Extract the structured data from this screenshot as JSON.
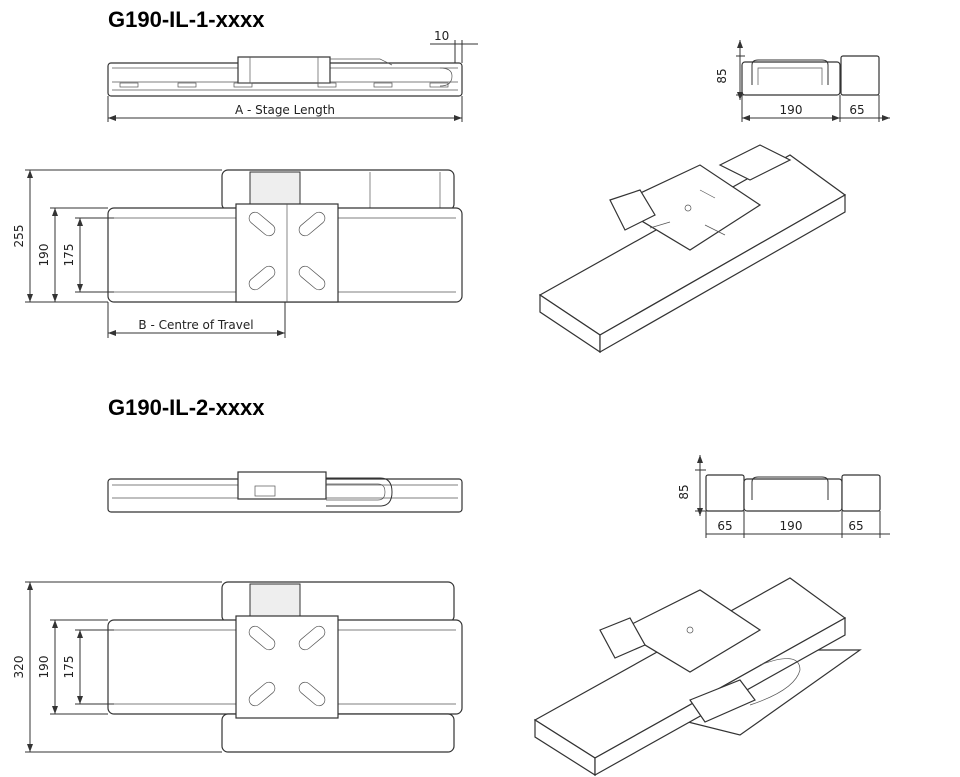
{
  "drawing_1": {
    "title": "G190-IL-1-xxxx",
    "side_view": {
      "offset_dim": "10",
      "length_label": "A - Stage Length"
    },
    "end_view": {
      "height_dim": "85",
      "width_dim": "190",
      "motor_dim": "65"
    },
    "top_view": {
      "overall_width_dim": "255",
      "body_width_dim": "190",
      "hole_spacing_dim": "175",
      "travel_label": "B - Centre of Travel"
    }
  },
  "drawing_2": {
    "title": "G190-IL-2-xxxx",
    "end_view": {
      "height_dim": "85",
      "left_motor_dim": "65",
      "width_dim": "190",
      "right_motor_dim": "65"
    },
    "top_view": {
      "overall_width_dim": "320",
      "body_width_dim": "190",
      "hole_spacing_dim": "175"
    }
  }
}
